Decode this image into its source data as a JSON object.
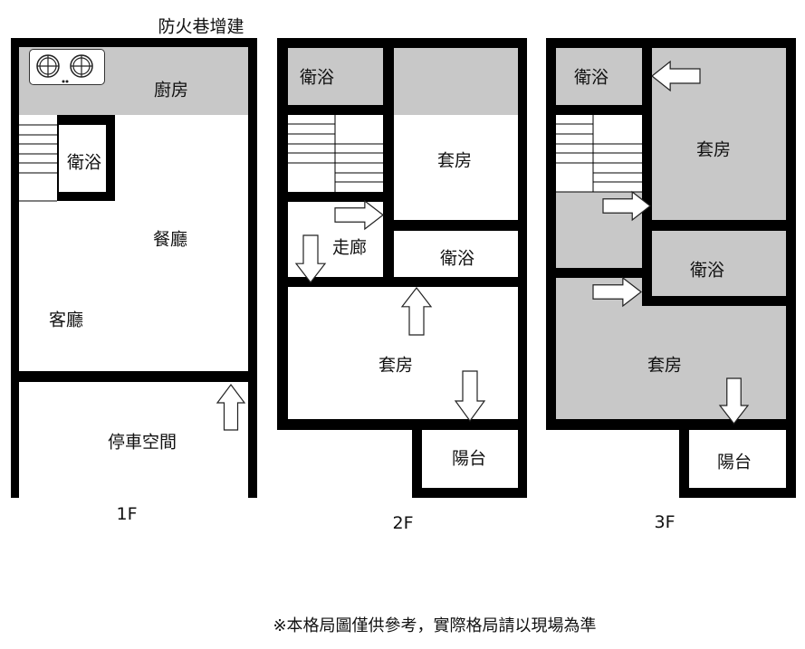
{
  "annotation_top": "防火巷增建",
  "floors": {
    "f1": {
      "label": "1F",
      "rooms": {
        "kitchen": "廚房",
        "bath": "衛浴",
        "dining": "餐廳",
        "living": "客廳",
        "parking": "停車空間"
      }
    },
    "f2": {
      "label": "2F",
      "rooms": {
        "bath1": "衛浴",
        "suite1": "套房",
        "corridor": "走廊",
        "bath2": "衛浴",
        "suite2": "套房",
        "balcony": "陽台"
      }
    },
    "f3": {
      "label": "3F",
      "rooms": {
        "bath1": "衛浴",
        "suite1": "套房",
        "bath2": "衛浴",
        "suite2": "套房",
        "balcony": "陽台"
      }
    }
  },
  "colors": {
    "wall": "#000000",
    "shaded_room": "#c8c8c8"
  },
  "footer_note": "※本格局圖僅供參考，實際格局請以現場為準"
}
